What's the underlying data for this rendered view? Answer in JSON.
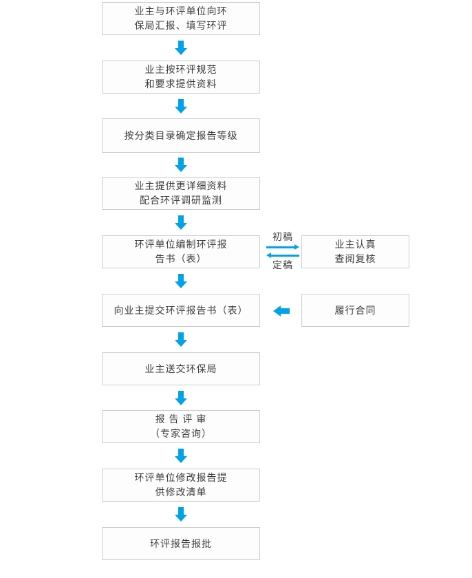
{
  "steps": [
    {
      "label": "业主与环评单位向环\n保局汇报、填写环评"
    },
    {
      "label": "业主按环评规范\n和要求提供资料"
    },
    {
      "label": "按分类目录确定报告等级"
    },
    {
      "label": "业主提供更详细资料\n配合环评调研监测"
    },
    {
      "label": "环评单位编制环评报\n告书（表）"
    },
    {
      "label": "向业主提交环评报告书（表）"
    },
    {
      "label": "业主送交环保局"
    },
    {
      "label": "报 告 评 审\n（专家咨询）"
    },
    {
      "label": "环评单位修改报告提\n供修改清单"
    },
    {
      "label": "环评报告报批"
    }
  ],
  "side": {
    "review": {
      "label": "业主认真\n查阅复核"
    },
    "contract": {
      "label": "履行合同"
    }
  },
  "exchange": {
    "draft": "初稿",
    "final": "定稿"
  },
  "colors": {
    "arrow": "#00a2e8",
    "box_border": "#cccccc",
    "box_background": "#fdfdfd",
    "text": "#3c3c3c"
  }
}
